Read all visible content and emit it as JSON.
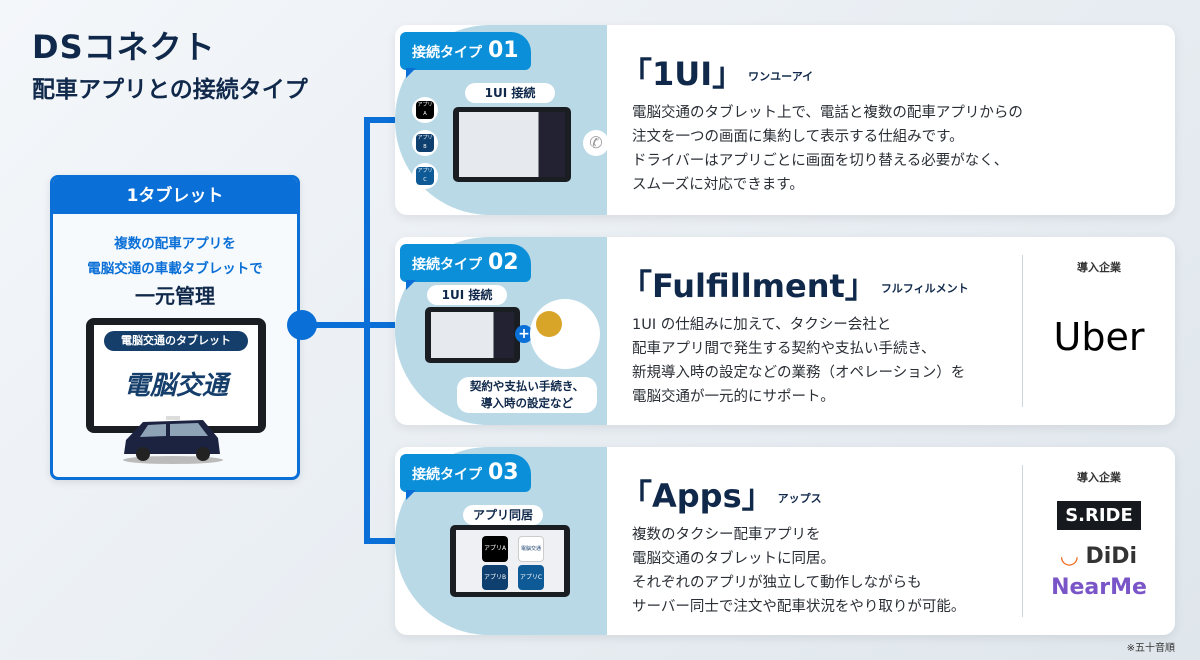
{
  "header": {
    "title": "DSコネクト",
    "subtitle": "配車アプリとの接続タイプ"
  },
  "left_box": {
    "heading": "1タブレット",
    "line1": "複数の配車アプリを",
    "line2": "電脳交通の車載タブレットで",
    "emphasis": "一元管理",
    "tablet_label": "電脳交通のタブレット",
    "tablet_logo": "電脳交通"
  },
  "cards": [
    {
      "badge": "接続タイプ",
      "num": "01",
      "title": "「1UI」",
      "kana": "ワンユーアイ",
      "bubble": "1UI 接続",
      "apps": [
        "アプリA",
        "アプリB",
        "アプリC"
      ],
      "description": "電脳交通のタブレット上で、電話と複数の配車アプリからの\n注文を一つの画面に集約して表示する仕組みです。\nドライバーはアプリごとに画面を切り替える必要がなく、\nスムーズに対応できます。"
    },
    {
      "badge": "接続タイプ",
      "num": "02",
      "title": "「Fulfillment」",
      "kana": "フルフィルメント",
      "bubble": "1UI 接続",
      "bubble2": "契約や支払い手続き、\n導入時の設定など",
      "description": "1UI の仕組みに加えて、タクシー会社と\n配車アプリ間で発生する契約や支払い手続き、\n新規導入時の設定などの業務（オペレーション）を\n電脳交通が一元的にサポート。",
      "companies_label": "導入企業",
      "companies": [
        "Uber"
      ]
    },
    {
      "badge": "接続タイプ",
      "num": "03",
      "title": "「Apps」",
      "kana": "アップス",
      "bubble": "アプリ同居",
      "apps": [
        "アプリA",
        "電脳交通",
        "アプリB",
        "アプリC"
      ],
      "description": "複数のタクシー配車アプリを\n電脳交通のタブレットに同居。\nそれぞれのアプリが独立して動作しながらも\nサーバー同士で注文や配車状況をやり取りが可能。",
      "companies_label": "導入企業",
      "companies": [
        "S.RIDE",
        "DiDi",
        "NearMe"
      ]
    }
  ],
  "footnote": "※五十音順",
  "colors": {
    "primary": "#0a6fd6",
    "navy": "#10294b",
    "panel": "#b9d9e7",
    "didi": "#f26a1b",
    "nearme": "#7a55c8"
  }
}
